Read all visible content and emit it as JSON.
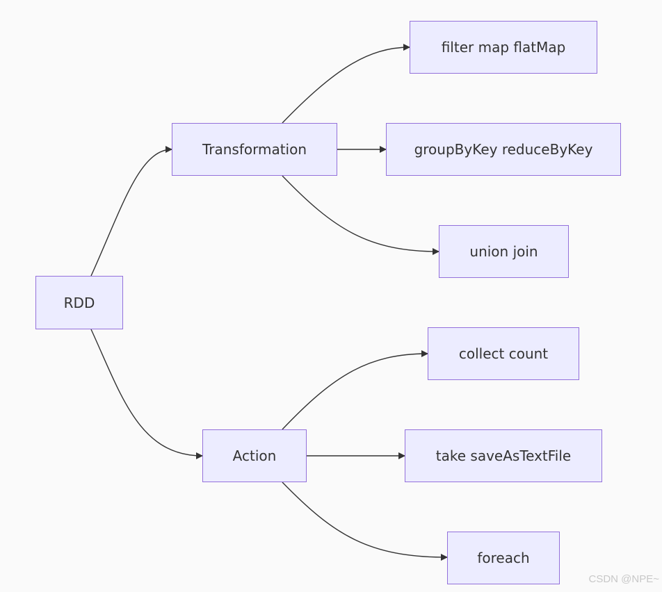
{
  "diagram": {
    "node_fill": "#ececff",
    "node_border": "#9370db",
    "edge_color": "#333333",
    "nodes": {
      "rdd": "RDD",
      "transformation": "Transformation",
      "action": "Action",
      "filter_map_flatmap": "filter map flatMap",
      "groupbykey_reducebykey": "groupByKey reduceByKey",
      "union_join": "union join",
      "collect_count": "collect count",
      "take_saveastextfile": "take saveAsTextFile",
      "foreach": "foreach"
    },
    "edges": [
      {
        "from": "RDD",
        "to": "Transformation"
      },
      {
        "from": "RDD",
        "to": "Action"
      },
      {
        "from": "Transformation",
        "to": "filter map flatMap"
      },
      {
        "from": "Transformation",
        "to": "groupByKey reduceByKey"
      },
      {
        "from": "Transformation",
        "to": "union join"
      },
      {
        "from": "Action",
        "to": "collect count"
      },
      {
        "from": "Action",
        "to": "take saveAsTextFile"
      },
      {
        "from": "Action",
        "to": "foreach"
      }
    ]
  },
  "watermark": "CSDN @NPE~"
}
